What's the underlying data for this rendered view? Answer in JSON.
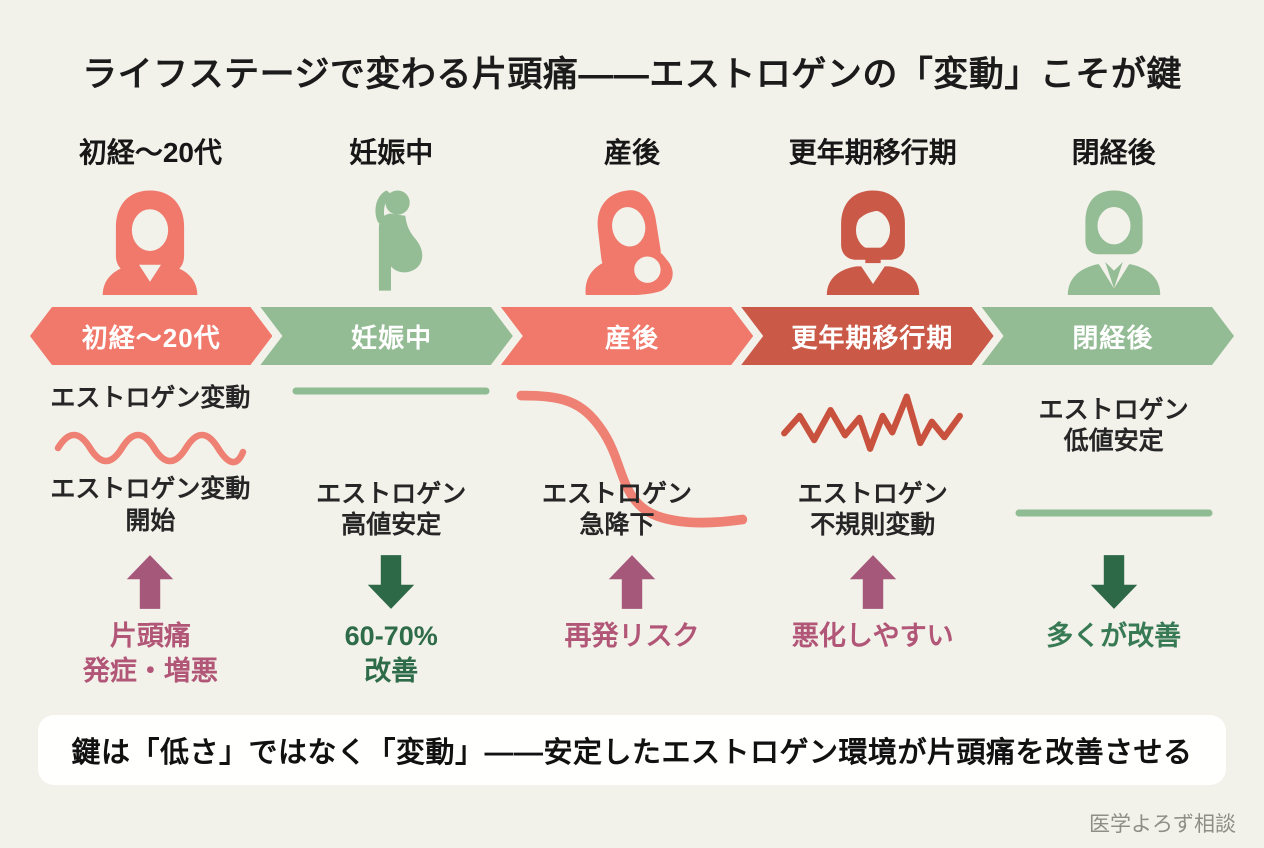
{
  "title": "ライフステージで変わる片頭痛——エストロゲンの「変動」こそが鍵",
  "key_message": "鍵は「低さ」ではなく「変動」——安定したエストロゲン環境が片頭痛を改善させる",
  "credit": "医学よろず相談",
  "colors": {
    "background": "#f2f1ea",
    "banner_text": "#ffffff",
    "heading_text": "#1b1b1b",
    "label_text": "#262626",
    "salmon": "#f0796b",
    "green": "#93bc94",
    "terracotta": "#cb5948",
    "plum": "#a5587a",
    "dark_green": "#2d6847",
    "credit_gray": "#8e8e87"
  },
  "stages": [
    {
      "header": "初経〜20代",
      "banner_label": "初経〜20代",
      "banner_color": "#f0796b",
      "icon": "young-woman-icon",
      "icon_color": "#f0796b",
      "pattern": "wave",
      "pattern_color": "#ee8173",
      "label_above_pattern": "エストロゲン変動",
      "estrogen_label": "エストロゲン変動\n開始",
      "trend": "up",
      "arrow_color": "#a5587a",
      "outcome": "片頭痛\n発症・増悪",
      "outcome_color": "#b25677"
    },
    {
      "header": "妊娠中",
      "banner_label": "妊娠中",
      "banner_color": "#93bc94",
      "icon": "pregnant-woman-icon",
      "icon_color": "#94bd95",
      "pattern": "flat-line-high",
      "pattern_color": "#8fbc93",
      "estrogen_label": "エストロゲン\n高値安定",
      "trend": "down",
      "arrow_color": "#2d6847",
      "outcome": "60-70%\n改善",
      "outcome_color": "#2e6b49"
    },
    {
      "header": "産後",
      "banner_label": "産後",
      "banner_color": "#f0796b",
      "icon": "mother-baby-icon",
      "icon_color": "#f0796b",
      "pattern": "steep-drop",
      "pattern_color": "#ee8173",
      "estrogen_label": "エストロゲン\n急降下",
      "trend": "up",
      "arrow_color": "#a5587a",
      "outcome": "再発リスク",
      "outcome_color": "#b25677"
    },
    {
      "header": "更年期移行期",
      "banner_label": "更年期移行期",
      "banner_color": "#cb5948",
      "icon": "middle-aged-woman-icon",
      "icon_color": "#cb5948",
      "pattern": "irregular-zigzag",
      "pattern_color": "#c9523f",
      "estrogen_label": "エストロゲン\n不規則変動",
      "trend": "up",
      "arrow_color": "#a5587a",
      "outcome": "悪化しやすい",
      "outcome_color": "#b25677"
    },
    {
      "header": "閉経後",
      "banner_label": "閉経後",
      "banner_color": "#93bc94",
      "icon": "business-woman-icon",
      "icon_color": "#94bd95",
      "pattern": "flat-line-low",
      "pattern_color": "#8fbc93",
      "estrogen_label": "エストロゲン\n低値安定",
      "trend": "down",
      "arrow_color": "#2d6847",
      "outcome": "多くが改善",
      "outcome_color": "#377a54"
    }
  ]
}
